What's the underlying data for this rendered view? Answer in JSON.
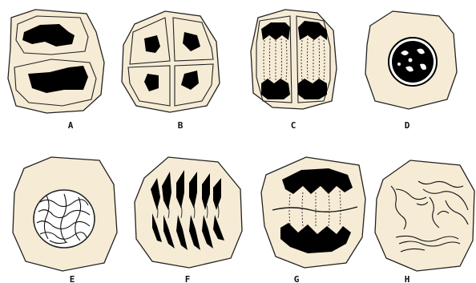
{
  "figure": {
    "labels": {
      "a": "A",
      "b": "B",
      "c": "C",
      "d": "D",
      "e": "E",
      "f": "F",
      "g": "G",
      "h": "H"
    },
    "colors": {
      "cell_fill": "#f6ecd6",
      "outline": "#222222",
      "chromatin": "#000000",
      "background": "#ffffff"
    }
  }
}
